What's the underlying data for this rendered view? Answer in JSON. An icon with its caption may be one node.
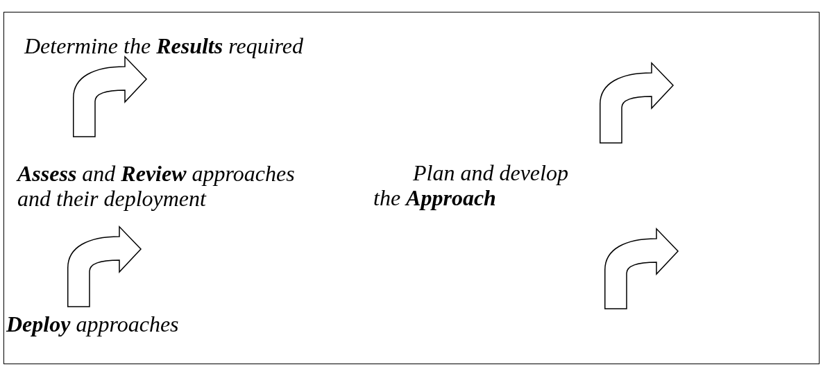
{
  "diagram": {
    "labels": [
      "Determine the **Results** required",
      "**Assess** and **Review** approaches and their deployment",
      "Plan and develop the **Approach**",
      "**Deploy** approaches"
    ]
  }
}
